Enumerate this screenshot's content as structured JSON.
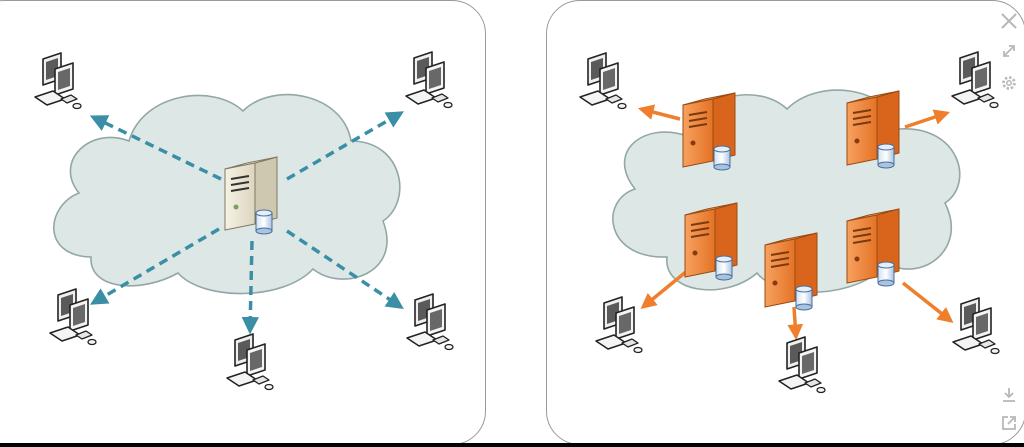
{
  "diagram": {
    "left_panel": {
      "topology": "centralized",
      "arrow_color": "#3a8fa6",
      "arrow_style": "dashed",
      "server_color": "#e8e4d4"
    },
    "right_panel": {
      "topology": "distributed",
      "arrow_color": "#ef7f2d",
      "arrow_style": "solid",
      "server_color": "#f08c3c"
    },
    "cloud_color": "#dde8e6",
    "cloud_outline": "#93a7a6"
  },
  "toolbar": {
    "icons": [
      "close-icon",
      "expand-icon",
      "settings-icon",
      "download-icon",
      "share-icon"
    ],
    "icon_color": "#b8b8b8"
  }
}
